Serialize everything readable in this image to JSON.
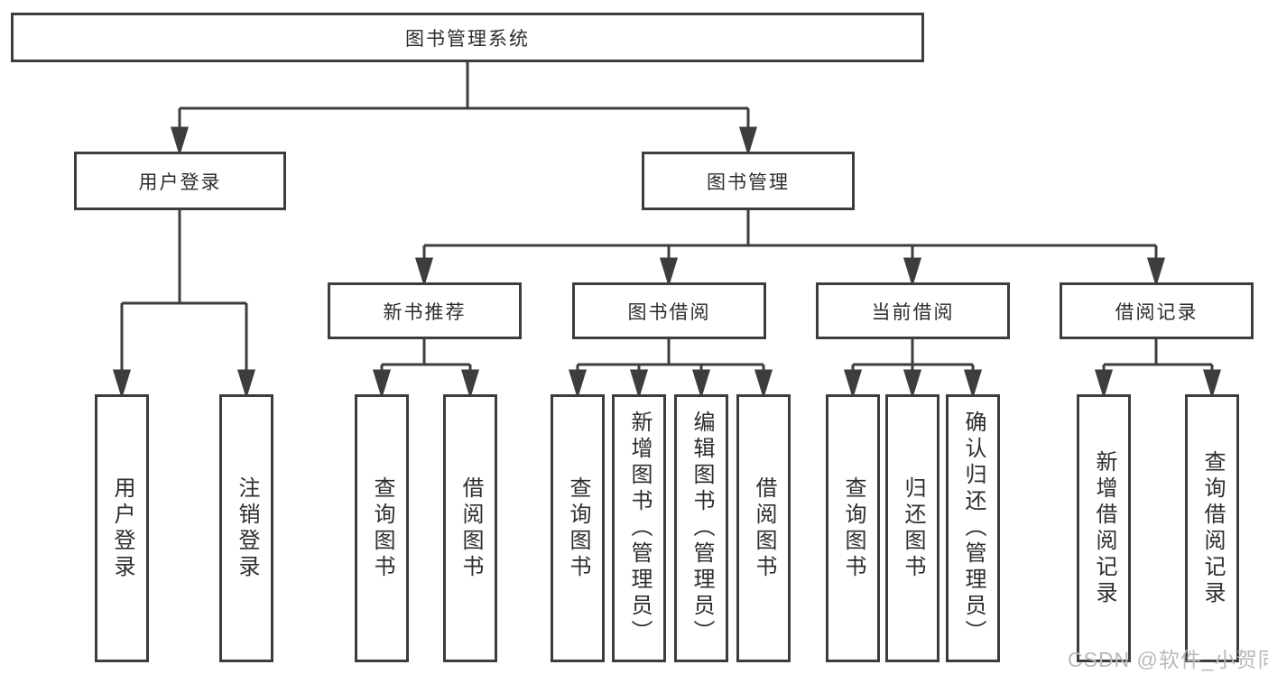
{
  "tree": {
    "label": "图书管理系统",
    "children": [
      {
        "label": "用户登录",
        "children": [
          {
            "label": "用户登录"
          },
          {
            "label": "注销登录"
          }
        ]
      },
      {
        "label": "图书管理",
        "children": [
          {
            "label": "新书推荐",
            "children": [
              {
                "label": "查询图书"
              },
              {
                "label": "借阅图书"
              }
            ]
          },
          {
            "label": "图书借阅",
            "children": [
              {
                "label": "查询图书"
              },
              {
                "label": "新增图书（管理员）"
              },
              {
                "label": "编辑图书（管理员）"
              },
              {
                "label": "借阅图书"
              }
            ]
          },
          {
            "label": "当前借阅",
            "children": [
              {
                "label": "查询图书"
              },
              {
                "label": "归还图书"
              },
              {
                "label": "确认归还（管理员）"
              }
            ]
          },
          {
            "label": "借阅记录",
            "children": [
              {
                "label": "新增借阅记录"
              },
              {
                "label": "查询借阅记录"
              }
            ]
          }
        ]
      }
    ]
  },
  "watermark": {
    "text": "CSDN @软件_小贺同学"
  },
  "colors": {
    "line": "#3d3d3d",
    "text": "#2d2d2d",
    "watermark": "#b9b9b9",
    "background": "#ffffff"
  }
}
